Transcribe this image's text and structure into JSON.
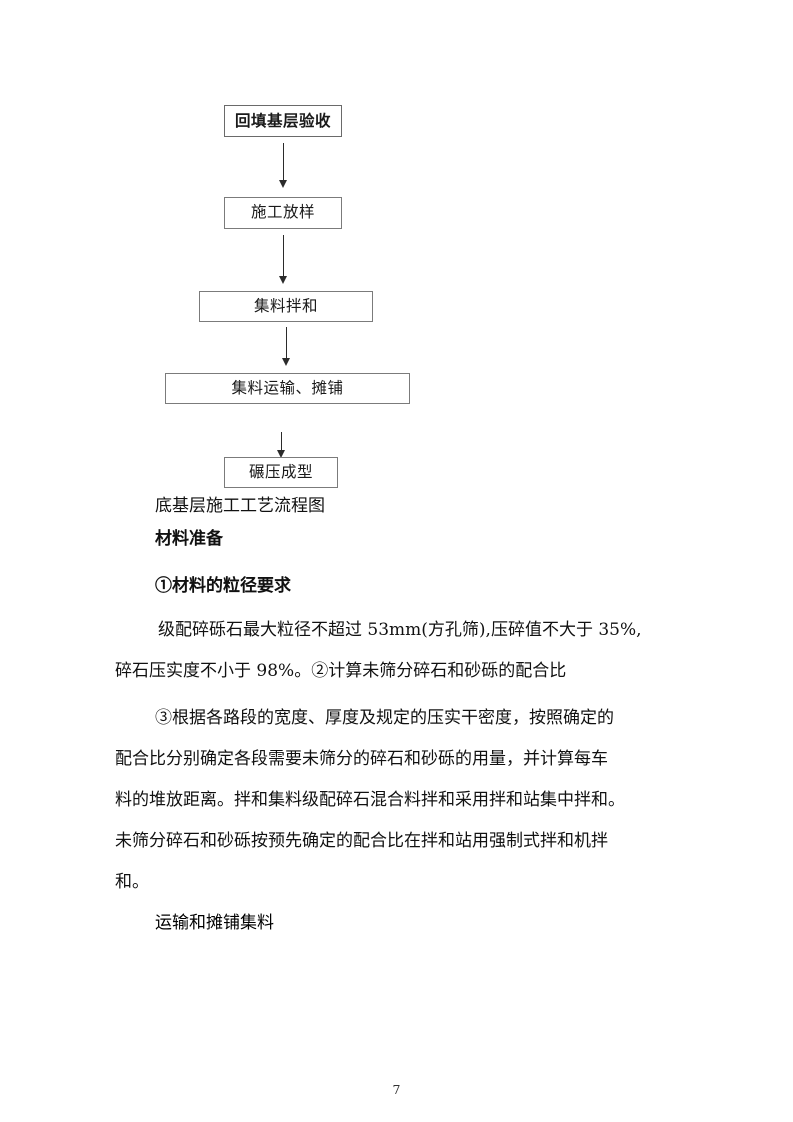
{
  "document": {
    "page_number": "7",
    "flowchart": {
      "caption": "底基层施工工艺流程图",
      "nodes": [
        {
          "label": "回填基层验收"
        },
        {
          "label": "施工放样"
        },
        {
          "label": "集料拌和"
        },
        {
          "label": "集料运输、摊铺"
        },
        {
          "label": "碾压成型"
        }
      ],
      "arrow_count": 4
    },
    "sections": {
      "material_preparation_heading": "材料准备",
      "item1_heading": "①材料的粒径要求",
      "item1_body_lines": [
        "级配碎砾石最大粒径不超过 53mm(方孔筛),压碎值不大于 35%,",
        "碎石压实度不小于 98%。②计算未筛分碎石和砂砾的配合比"
      ],
      "item3_body_lines": [
        "③根据各路段的宽度、厚度及规定的压实干密度，按照确定的",
        "配合比分别确定各段需要未筛分的碎石和砂砾的用量，并计算每车",
        "料的堆放距离。拌和集料级配碎石混合料拌和采用拌和站集中拌和。",
        "未筛分碎石和砂砾按预先确定的配合比在拌和站用强制式拌和机拌",
        "和。"
      ],
      "transport_heading": "运输和摊铺集料"
    }
  }
}
